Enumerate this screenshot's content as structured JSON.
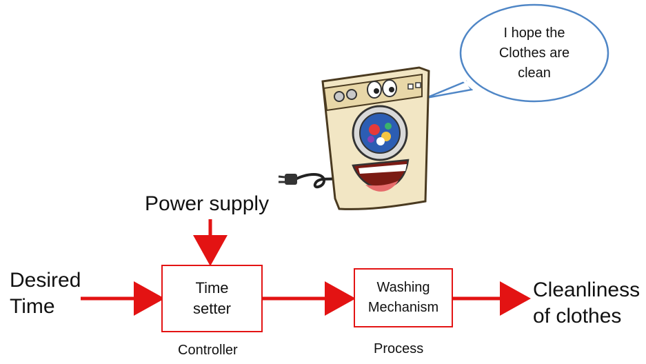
{
  "inputs": {
    "desired_line1": "Desired",
    "desired_line2": "Time",
    "power_supply": "Power supply"
  },
  "blocks": {
    "timer": {
      "line1": "Time",
      "line2": "setter",
      "caption": "Controller"
    },
    "washer": {
      "line1": "Washing",
      "line2": "Mechanism",
      "caption": "Process"
    }
  },
  "output": {
    "line1": "Cleanliness",
    "line2": "of clothes"
  },
  "speech_bubble": {
    "line1": "I hope the",
    "line2": "Clothes are",
    "line3": "clean"
  },
  "illustration": {
    "icon": "washing-machine-cartoon"
  },
  "colors": {
    "arrow": "#e31313",
    "box_border": "#e31313",
    "bubble_border": "#4f86c6",
    "machine_body": "#f2e6c4",
    "machine_outline": "#4a3a20"
  }
}
